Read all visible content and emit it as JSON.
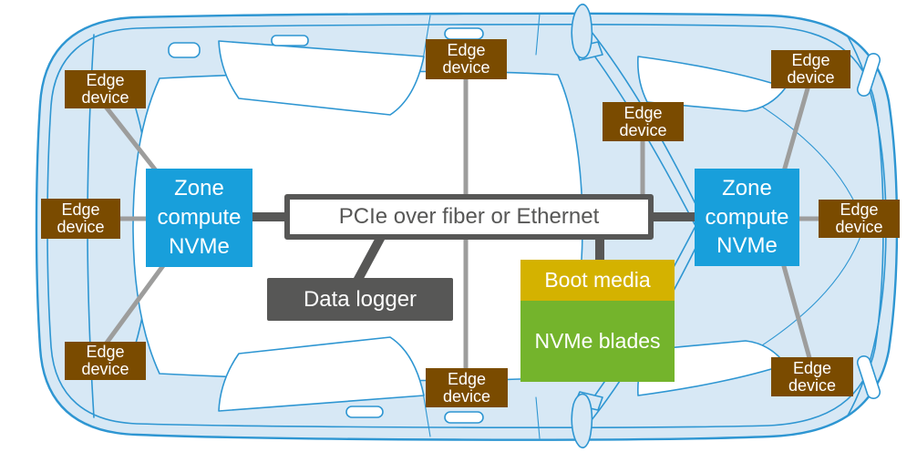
{
  "labels": {
    "edge_device": "Edge\ndevice",
    "zone_compute": "Zone\ncompute\nNVMe",
    "bus": "PCIe over fiber or Ethernet",
    "data_logger": "Data logger",
    "boot_media": "Boot media",
    "nvme_blades": "NVMe blades"
  },
  "colors": {
    "edge_device": "#7A4B00",
    "zone_compute": "#189FDB",
    "bus_border": "#575756",
    "bus_text": "#575756",
    "data_logger": "#575756",
    "boot_media": "#D4B200",
    "nvme_blades": "#74B42C",
    "connector_gray": "#9D9D9C",
    "connector_dark": "#575756",
    "car_fill": "#D7E8F5",
    "car_stroke": "#2E96D2"
  },
  "structure": {
    "edge_device_count": 9,
    "zone_compute_count": 2
  }
}
